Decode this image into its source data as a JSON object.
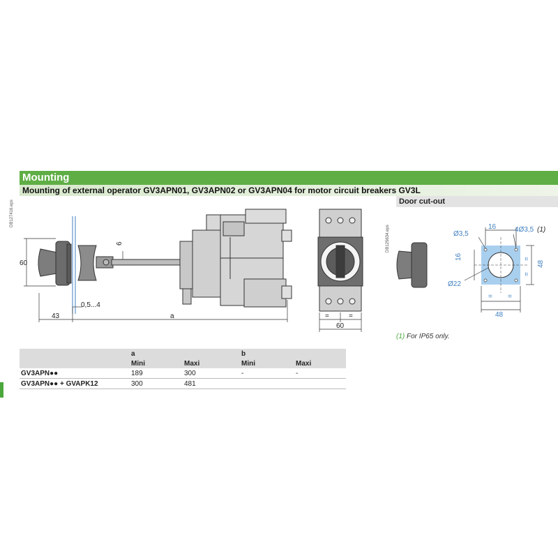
{
  "header": {
    "title": "Mounting",
    "subtitle": "Mounting of external operator GV3APN01, GV3APN02 or GV3APN04 for motor circuit breakers GV3L",
    "door_cutout": "Door cut-out"
  },
  "drawing_refs": {
    "left": "DB127416.eps",
    "right": "DB125634.eps"
  },
  "dimensions_side": {
    "height": "60",
    "offset": "6",
    "gap": "0,5...4",
    "depth_front": "43",
    "length": "a"
  },
  "dimensions_front": {
    "width": "60",
    "eq": "="
  },
  "dimensions_cutout": {
    "hole_small": "Ø3,5",
    "spacing": "16",
    "four_holes": "4Ø3,5",
    "four_holes_note": "(1)",
    "vertical_spacing": "16",
    "hole_large": "Ø22",
    "height": "48",
    "width": "48",
    "eq": "="
  },
  "footnote": {
    "marker": "(1)",
    "text": "For IP65 only."
  },
  "table": {
    "group_a": "a",
    "group_b": "b",
    "sub_headers": [
      "Mini",
      "Maxi",
      "Mini",
      "Maxi"
    ],
    "rows": [
      {
        "model": "GV3APN●●",
        "a_min": "189",
        "a_max": "300",
        "b_min": "-",
        "b_max": "-"
      },
      {
        "model": "GV3APN●● + GVAPK12",
        "a_min": "300",
        "a_max": "481",
        "b_min": "",
        "b_max": ""
      }
    ]
  },
  "colors": {
    "green": "#5fae45",
    "light_green": "#d8e9cd",
    "blue_dim": "#3e7fc0",
    "cutout_fill": "#a9cfee"
  }
}
